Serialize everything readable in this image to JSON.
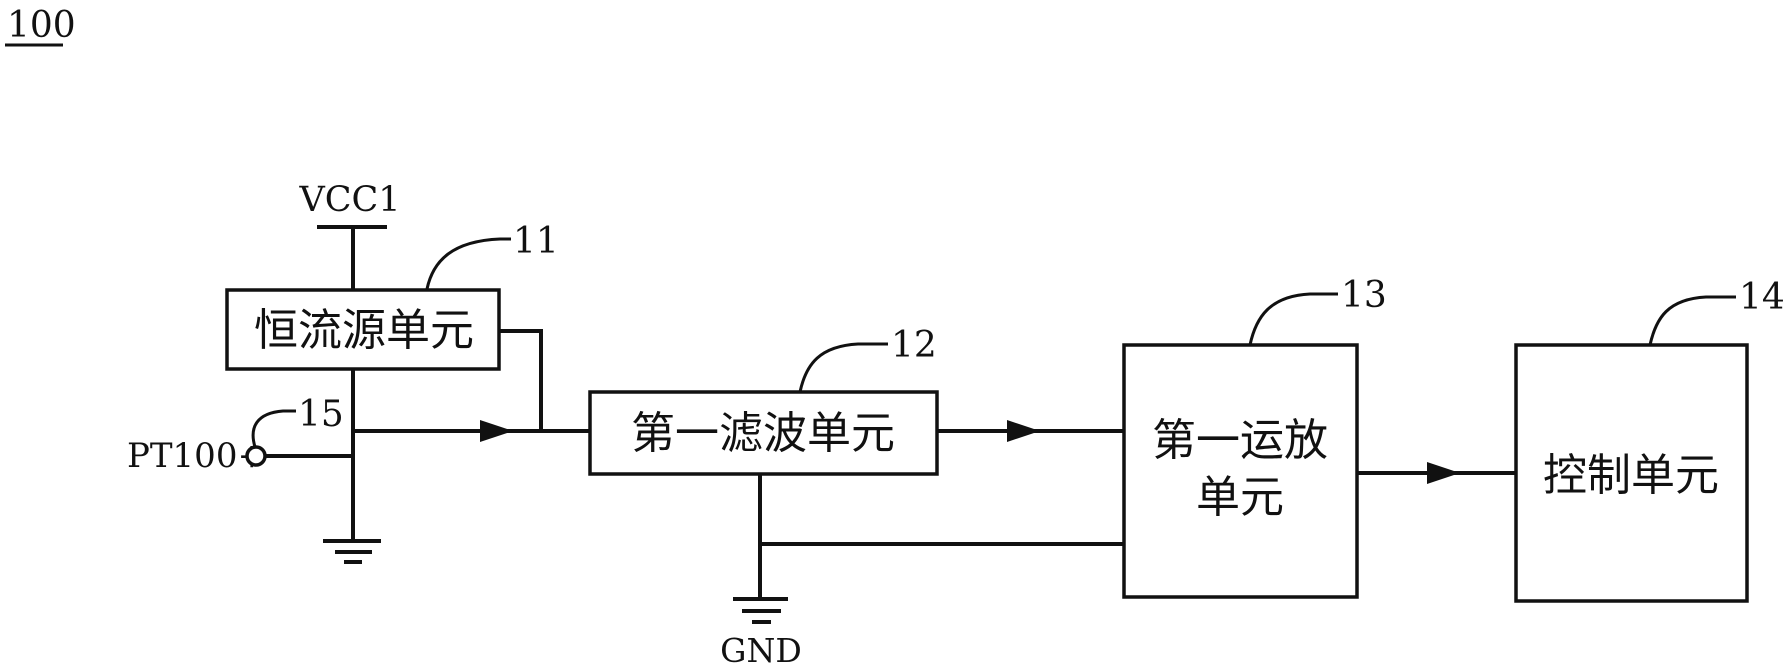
{
  "figure": {
    "number": "100"
  },
  "power": {
    "vcc_label": "VCC1",
    "gnd_label": "GND"
  },
  "terminal": {
    "label": "PT100+",
    "ref": "15"
  },
  "blocks": [
    {
      "ref": "11",
      "label": "恒流源单元"
    },
    {
      "ref": "12",
      "label": "第一滤波单元"
    },
    {
      "ref": "13",
      "label_line1": "第一运放",
      "label_line2": "单元"
    },
    {
      "ref": "14",
      "label": "控制单元"
    }
  ],
  "colors": {
    "ink": "#111111",
    "background": "#ffffff"
  }
}
